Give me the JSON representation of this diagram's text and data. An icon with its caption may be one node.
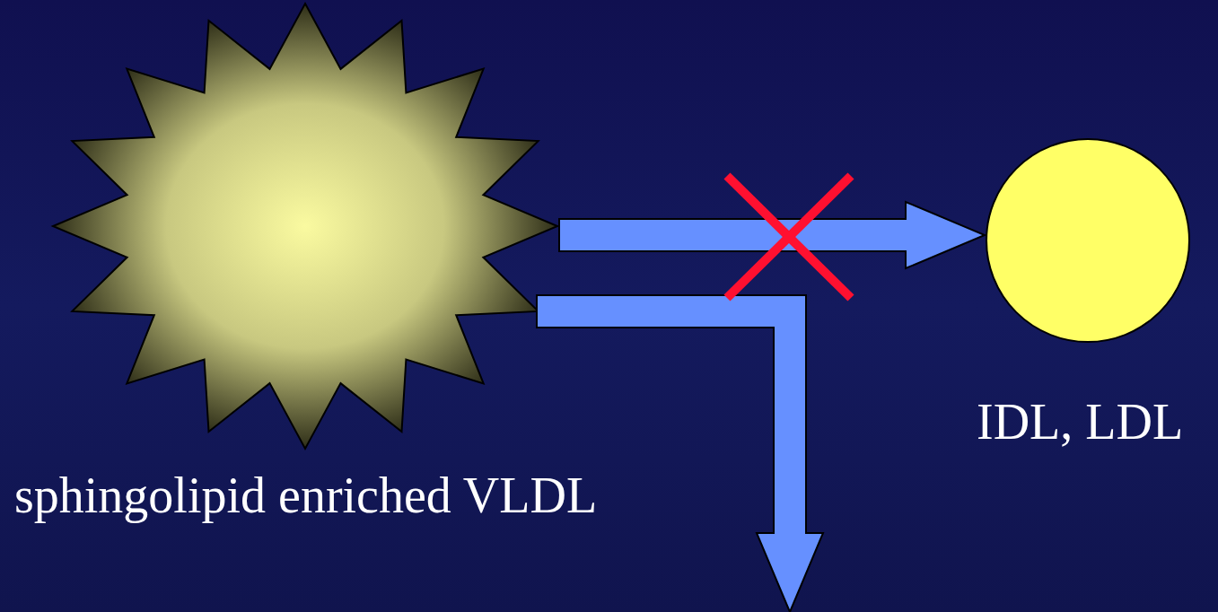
{
  "diagram": {
    "nodes": [
      {
        "text": [
          "sphingolipid enriched VLDL"
        ]
      },
      {
        "text": [
          "IDL, LDL"
        ]
      }
    ],
    "edges": [
      {
        "from": 0,
        "to": 1,
        "arrow": "to"
      },
      {
        "from": 0,
        "to": null,
        "arrow": "to"
      }
    ]
  }
}
